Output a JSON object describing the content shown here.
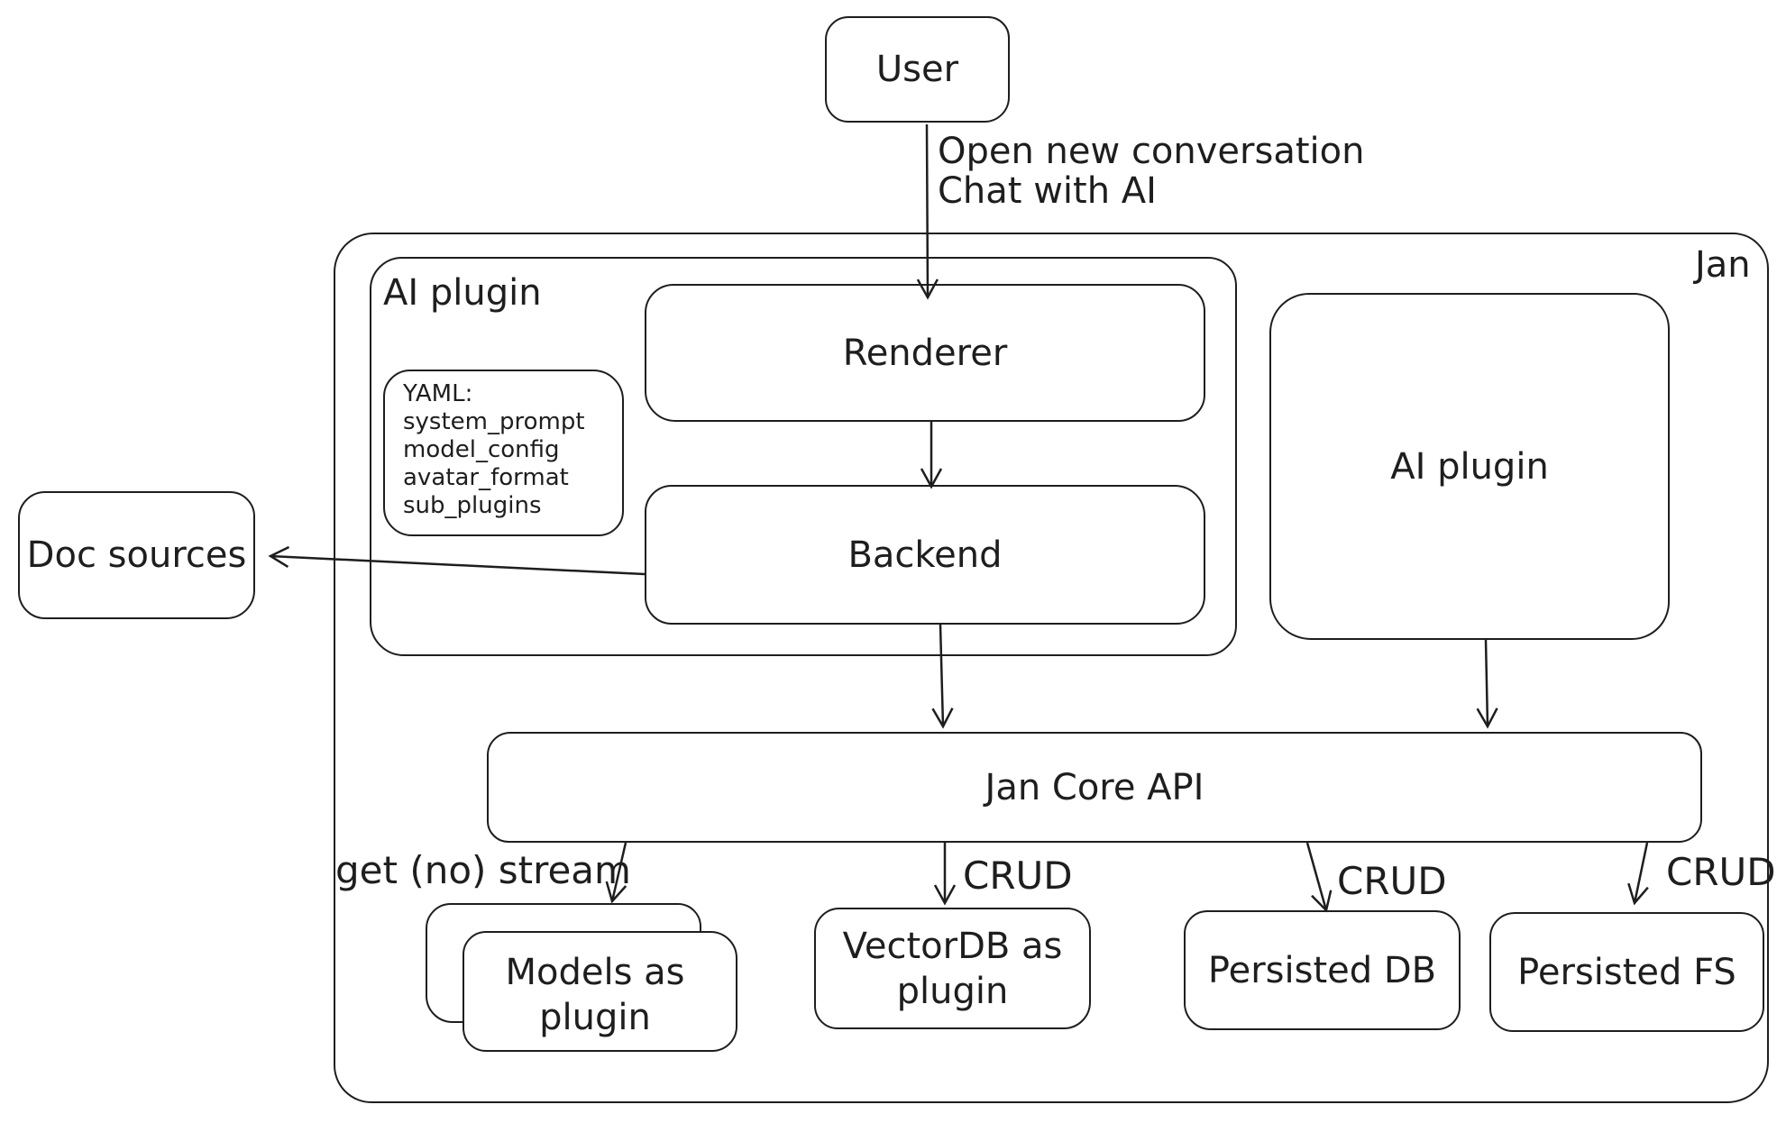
{
  "canvas": {
    "background": "#ffffff",
    "stroke_color": "#1e1e1e"
  },
  "nodes": {
    "user": {
      "label": "User"
    },
    "jan": {
      "label": "Jan"
    },
    "ai_plugin_left": {
      "label": "AI plugin"
    },
    "renderer": {
      "label": "Renderer"
    },
    "backend": {
      "label": "Backend"
    },
    "yaml_note": {
      "lines": [
        "YAML:",
        "system_prompt",
        "model_config",
        "avatar_format",
        "sub_plugins"
      ]
    },
    "doc_sources": {
      "label": "Doc sources"
    },
    "ai_plugin_right": {
      "label": "AI plugin"
    },
    "jan_core_api": {
      "label": "Jan Core API"
    },
    "models_plugin": {
      "line1": "Models as",
      "line2": "plugin"
    },
    "vectordb_plugin": {
      "line1": "VectorDB as",
      "line2": "plugin"
    },
    "persisted_db": {
      "label": "Persisted DB"
    },
    "persisted_fs": {
      "label": "Persisted FS"
    }
  },
  "edges": {
    "user_to_renderer": {
      "label_line1": "Open new conversation",
      "label_line2": "Chat with AI"
    },
    "core_to_models": {
      "label": "get (no) stream"
    },
    "core_to_vectordb": {
      "label": "CRUD"
    },
    "core_to_persisted_db": {
      "label": "CRUD"
    },
    "core_to_persisted_fs": {
      "label": "CRUD"
    }
  }
}
